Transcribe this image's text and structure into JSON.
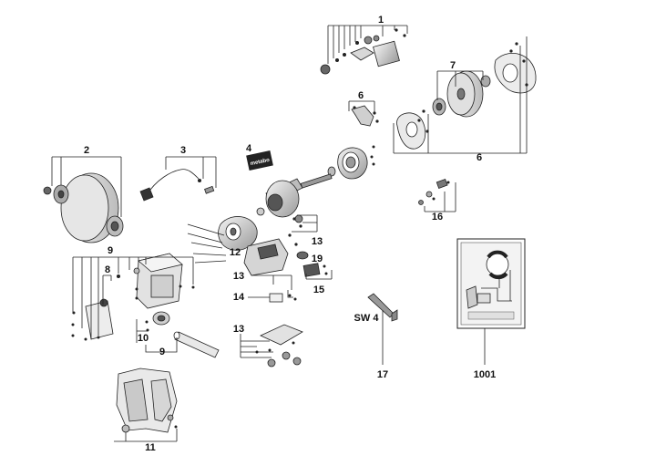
{
  "labels": {
    "l1": "1",
    "l2": "2",
    "l3": "3",
    "l4": "4",
    "l6a": "6",
    "l6b": "6",
    "l7": "7",
    "l8": "8",
    "l9a": "9",
    "l9b": "9",
    "l10": "10",
    "l11": "11",
    "l12": "12",
    "l13a": "13",
    "l13b": "13",
    "l13c": "13",
    "l14": "14",
    "l15": "15",
    "l16": "16",
    "l17": "17",
    "l19": "19",
    "lsw": "SW 4",
    "l1001": "1001"
  },
  "logo_text": "metabo",
  "colors": {
    "line": "#222222",
    "fill_light": "#e6e6e6",
    "fill_mid": "#bdbdbd",
    "fill_dark": "#555555"
  }
}
